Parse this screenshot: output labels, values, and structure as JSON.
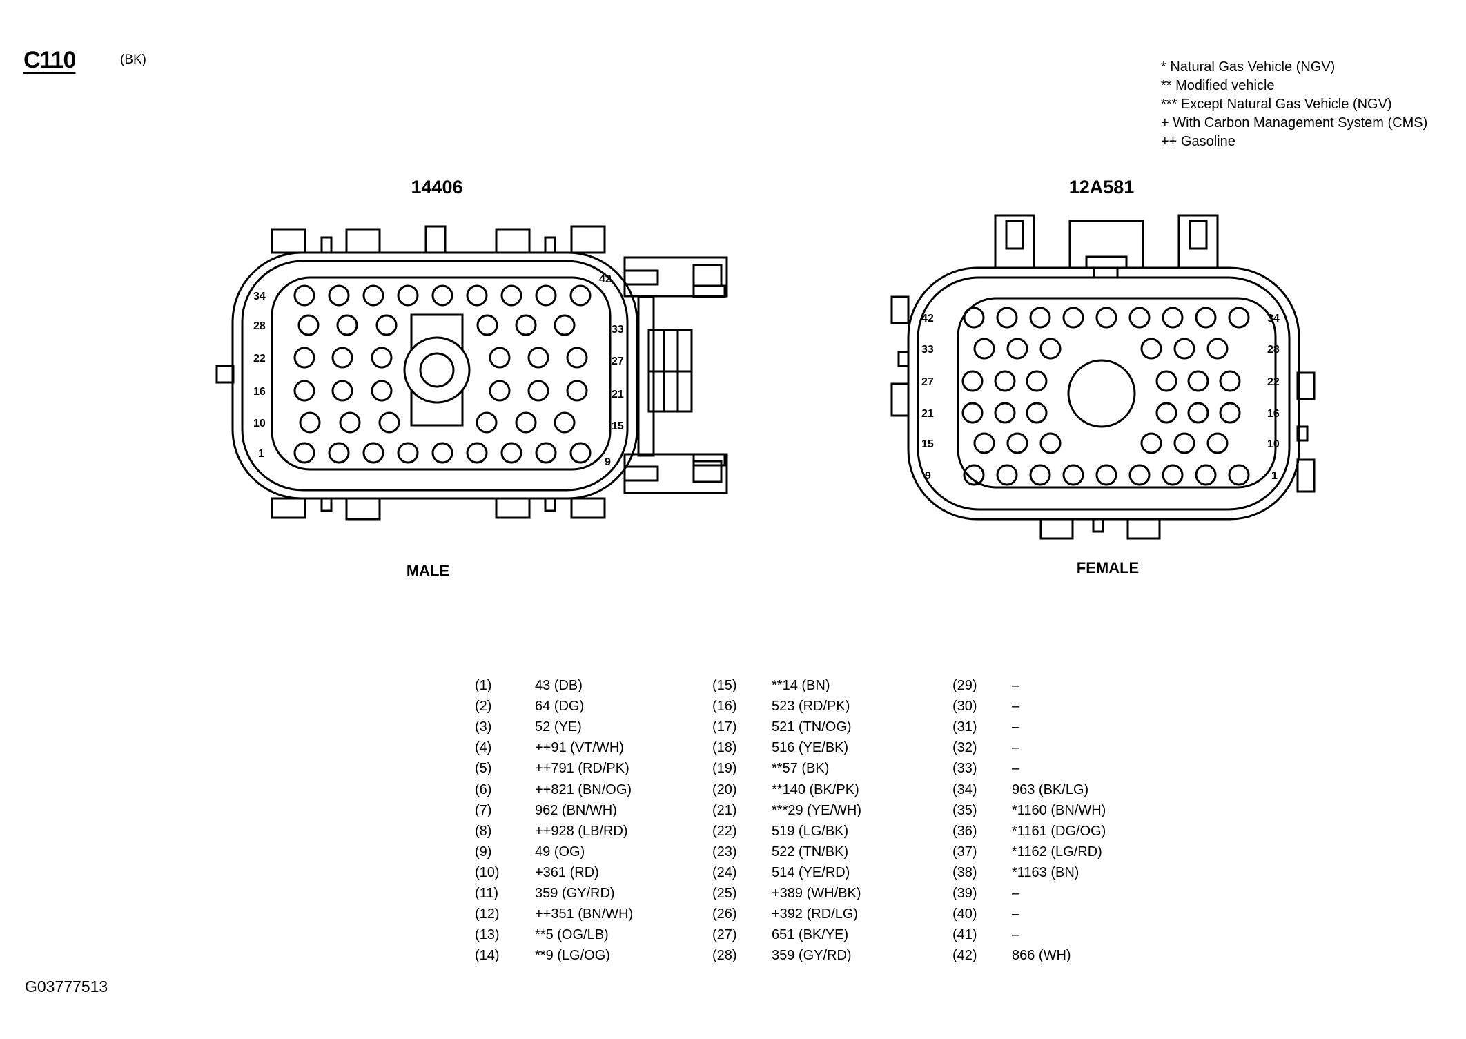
{
  "connector": {
    "id": "C110",
    "color": "(BK)"
  },
  "legend": [
    "* Natural Gas Vehicle (NGV)",
    "** Modified vehicle",
    "*** Except Natural Gas Vehicle (NGV)",
    "+ With Carbon Management System (CMS)",
    "++ Gasoline"
  ],
  "male": {
    "part_number": "14406",
    "gender": "MALE",
    "left_labels": [
      "34",
      "28",
      "22",
      "16",
      "10",
      "1"
    ],
    "right_labels": [
      "42",
      "33",
      "27",
      "21",
      "15",
      "9"
    ]
  },
  "female": {
    "part_number": "12A581",
    "gender": "FEMALE",
    "left_labels": [
      "42",
      "33",
      "27",
      "21",
      "15",
      "9"
    ],
    "right_labels": [
      "34",
      "28",
      "22",
      "16",
      "10",
      "1"
    ]
  },
  "pins": [
    {
      "pin": "(1)",
      "circuit": "43 (DB)"
    },
    {
      "pin": "(2)",
      "circuit": "64 (DG)"
    },
    {
      "pin": "(3)",
      "circuit": "52 (YE)"
    },
    {
      "pin": "(4)",
      "circuit": "++91 (VT/WH)"
    },
    {
      "pin": "(5)",
      "circuit": "++791 (RD/PK)"
    },
    {
      "pin": "(6)",
      "circuit": "++821 (BN/OG)"
    },
    {
      "pin": "(7)",
      "circuit": "962 (BN/WH)"
    },
    {
      "pin": "(8)",
      "circuit": "++928 (LB/RD)"
    },
    {
      "pin": "(9)",
      "circuit": "49 (OG)"
    },
    {
      "pin": "(10)",
      "circuit": "+361 (RD)"
    },
    {
      "pin": "(11)",
      "circuit": "359 (GY/RD)"
    },
    {
      "pin": "(12)",
      "circuit": "++351 (BN/WH)"
    },
    {
      "pin": "(13)",
      "circuit": "**5 (OG/LB)"
    },
    {
      "pin": "(14)",
      "circuit": "**9 (LG/OG)"
    },
    {
      "pin": "(15)",
      "circuit": "**14 (BN)"
    },
    {
      "pin": "(16)",
      "circuit": "523 (RD/PK)"
    },
    {
      "pin": "(17)",
      "circuit": "521 (TN/OG)"
    },
    {
      "pin": "(18)",
      "circuit": "516 (YE/BK)"
    },
    {
      "pin": "(19)",
      "circuit": "**57 (BK)"
    },
    {
      "pin": "(20)",
      "circuit": "**140 (BK/PK)"
    },
    {
      "pin": "(21)",
      "circuit": "***29 (YE/WH)"
    },
    {
      "pin": "(22)",
      "circuit": "519 (LG/BK)"
    },
    {
      "pin": "(23)",
      "circuit": "522 (TN/BK)"
    },
    {
      "pin": "(24)",
      "circuit": "514 (YE/RD)"
    },
    {
      "pin": "(25)",
      "circuit": "+389 (WH/BK)"
    },
    {
      "pin": "(26)",
      "circuit": "+392 (RD/LG)"
    },
    {
      "pin": "(27)",
      "circuit": "651 (BK/YE)"
    },
    {
      "pin": "(28)",
      "circuit": "359 (GY/RD)"
    },
    {
      "pin": "(29)",
      "circuit": "–"
    },
    {
      "pin": "(30)",
      "circuit": "–"
    },
    {
      "pin": "(31)",
      "circuit": "–"
    },
    {
      "pin": "(32)",
      "circuit": "–"
    },
    {
      "pin": "(33)",
      "circuit": "–"
    },
    {
      "pin": "(34)",
      "circuit": "963 (BK/LG)"
    },
    {
      "pin": "(35)",
      "circuit": "*1160 (BN/WH)"
    },
    {
      "pin": "(36)",
      "circuit": "*1161 (DG/OG)"
    },
    {
      "pin": "(37)",
      "circuit": "*1162 (LG/RD)"
    },
    {
      "pin": "(38)",
      "circuit": "*1163 (BN)"
    },
    {
      "pin": "(39)",
      "circuit": "–"
    },
    {
      "pin": "(40)",
      "circuit": "–"
    },
    {
      "pin": "(41)",
      "circuit": "–"
    },
    {
      "pin": "(42)",
      "circuit": "866 (WH)"
    }
  ],
  "figure_id": "G03777513"
}
